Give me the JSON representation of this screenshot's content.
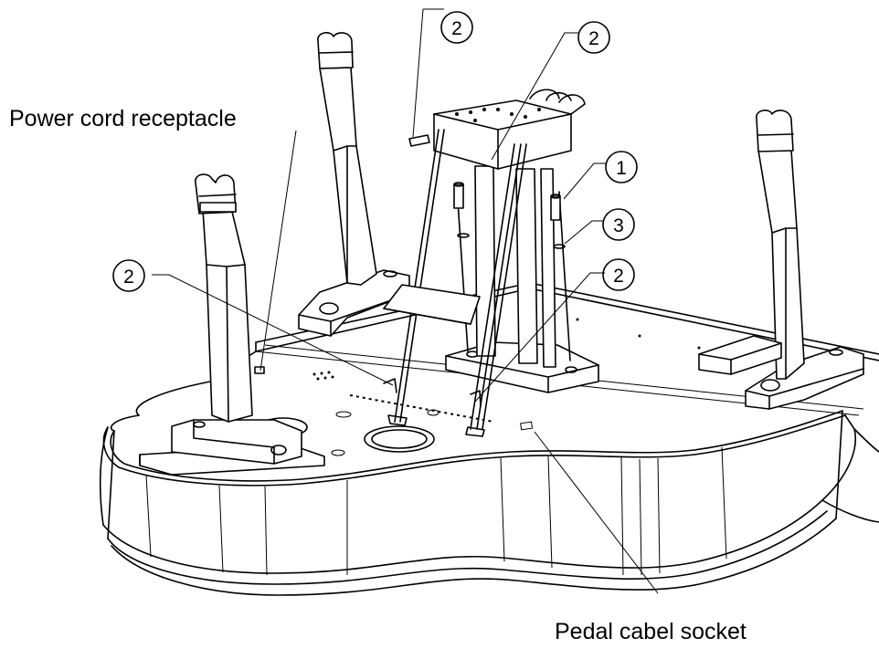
{
  "labels": {
    "power_cord": "Power cord receptacle",
    "pedal_socket": "Pedal cabel socket"
  },
  "callouts": {
    "c_top_left": "2",
    "c_top_center": "2",
    "c_right_1": "1",
    "c_right_3": "3",
    "c_left_2": "2",
    "c_mid_right_2": "2"
  }
}
